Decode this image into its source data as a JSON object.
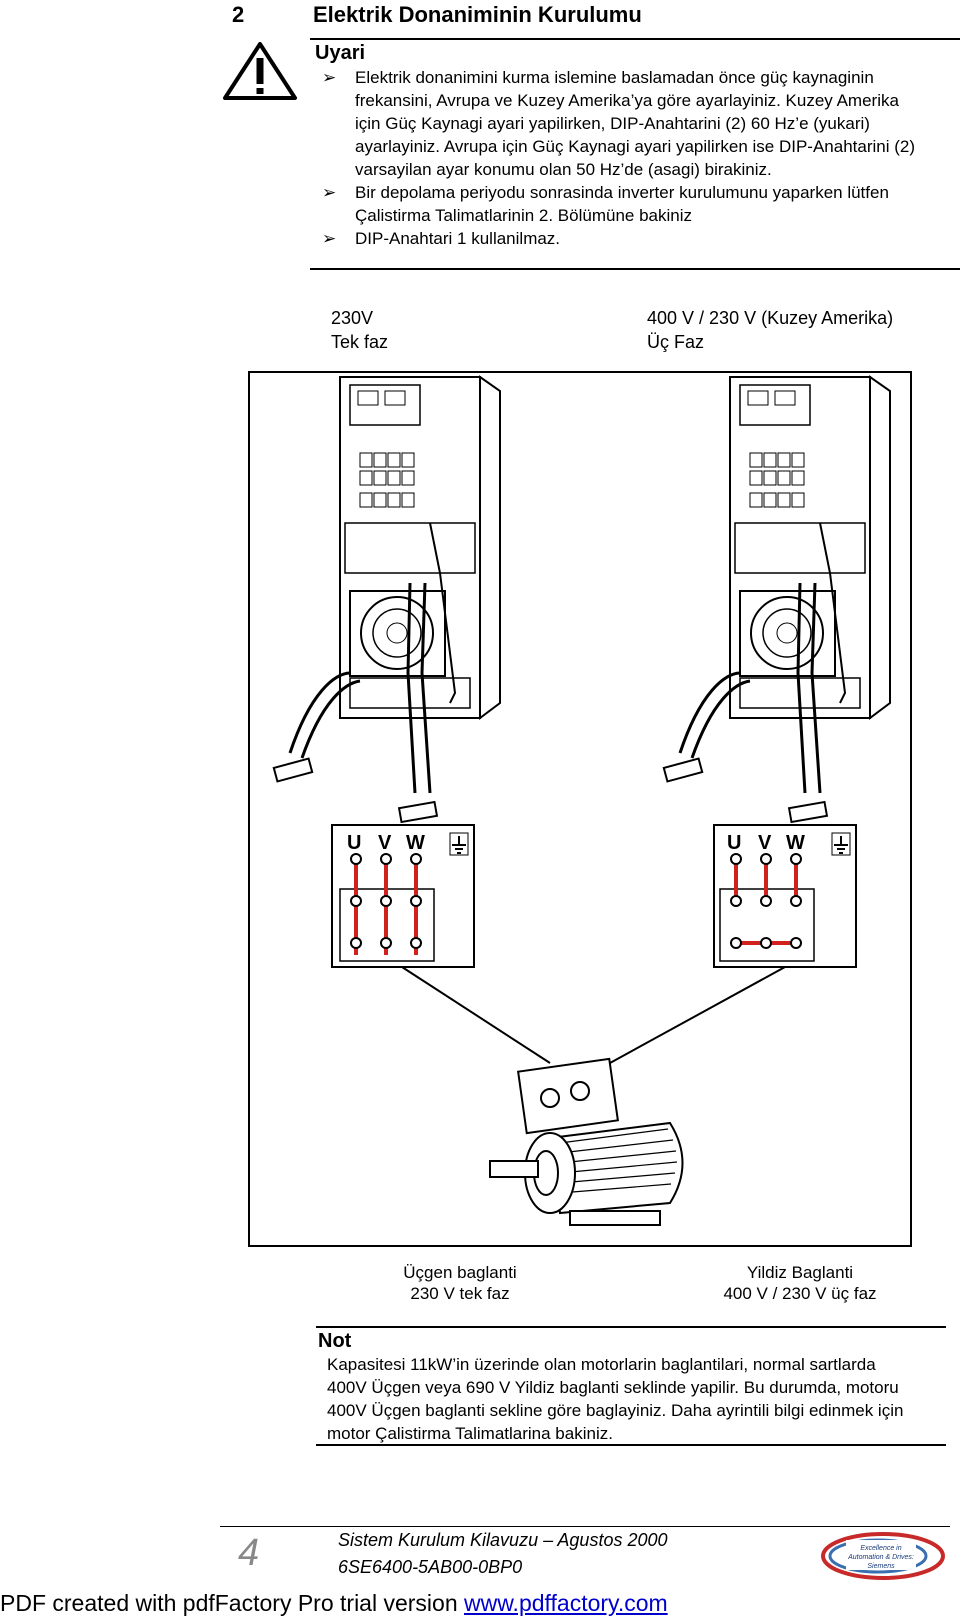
{
  "header": {
    "section_number": "2",
    "section_title": "Elektrik Donaniminin Kurulumu"
  },
  "warning": {
    "title": "Uyari",
    "icon": "warning-triangle-icon",
    "bullets": [
      "Elektrik donanimini kurma islemine baslamadan önce güç kaynaginin frekansini, Avrupa ve Kuzey Amerika’ya göre ayarlayiniz. Kuzey Amerika için Güç Kaynagi ayari yapilirken, DIP-Anahtarini (2) 60 Hz’e (yukari) ayarlayiniz. Avrupa için Güç Kaynagi ayari yapilirken ise DIP-Anahtarini (2) varsayilan ayar konumu olan 50 Hz’de (asagi) birakiniz.",
      "Bir depolama periyodu sonrasinda inverter kurulumunu yaparken lütfen Çalistirma Talimatlarinin 2. Bölümüne bakiniz",
      "DIP-Anahtari 1 kullanilmaz."
    ]
  },
  "columns": {
    "left": {
      "line1": "230V",
      "line2": "Tek faz"
    },
    "right": {
      "line1": "400 V / 230 V (Kuzey Amerika)",
      "line2": "Üç Faz"
    }
  },
  "figure": {
    "terminal_labels": [
      "U",
      "V",
      "W"
    ],
    "ground_icon": "ground-icon",
    "accent_color": "#d0211c"
  },
  "captions": {
    "left": {
      "line1": "Üçgen baglanti",
      "line2": "230 V tek faz"
    },
    "right": {
      "line1": "Yildiz Baglanti",
      "line2": "400 V / 230 V üç faz"
    }
  },
  "note": {
    "title": "Not",
    "text": "Kapasitesi 11kW’in üzerinde olan motorlarin baglantilari, normal sartlarda 400V Üçgen veya 690 V Yildiz baglanti seklinde yapilir. Bu durumda, motoru 400V Üçgen baglanti sekline göre baglayiniz. Daha ayrintili bilgi edinmek için motor Çalistirma Talimatlarina bakiniz."
  },
  "footer": {
    "page_number": "4",
    "line1": "Sistem Kurulum Kilavuzu – Agustos 2000",
    "line2": "6SE6400-5AB00-0BP0",
    "logo_text": "Excellence in Automation & Drives: Siemens"
  },
  "pdf_banner": {
    "prefix": "PDF created with pdfFactory Pro trial version ",
    "link": "www.pdffactory.com"
  }
}
